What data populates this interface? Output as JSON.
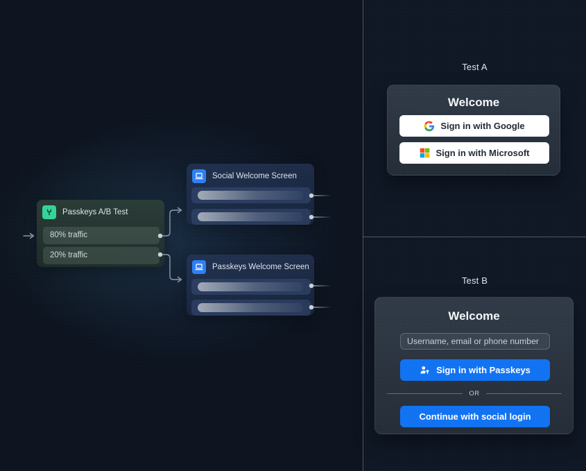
{
  "flow": {
    "ab_node": {
      "title": "Passkeys A/B Test",
      "icon": "split-branch-icon",
      "rows": [
        {
          "label": "80% traffic"
        },
        {
          "label": "20% traffic"
        }
      ]
    },
    "social_node": {
      "title": "Social Welcome Screen",
      "icon": "screen-icon"
    },
    "passkeys_node": {
      "title": "Passkeys Welcome Screen",
      "icon": "screen-icon"
    }
  },
  "test_a": {
    "label": "Test A",
    "card": {
      "title": "Welcome",
      "buttons": [
        {
          "label": "Sign in with Google",
          "icon": "google-logo"
        },
        {
          "label": "Sign in with Microsoft",
          "icon": "microsoft-logo"
        }
      ]
    }
  },
  "test_b": {
    "label": "Test B",
    "card": {
      "title": "Welcome",
      "input_placeholder": "Username, email or phone number",
      "primary_button_label": "Sign in with Passkeys",
      "primary_button_icon": "passkey-user-icon",
      "divider_label": "OR",
      "secondary_button_label": "Continue with social login"
    }
  },
  "colors": {
    "accent_blue": "#1273f2",
    "node_icon_green": "#35d399",
    "node_icon_blue": "#2d7ff7",
    "background": "#0d1420",
    "divider": "#8a96a6"
  }
}
